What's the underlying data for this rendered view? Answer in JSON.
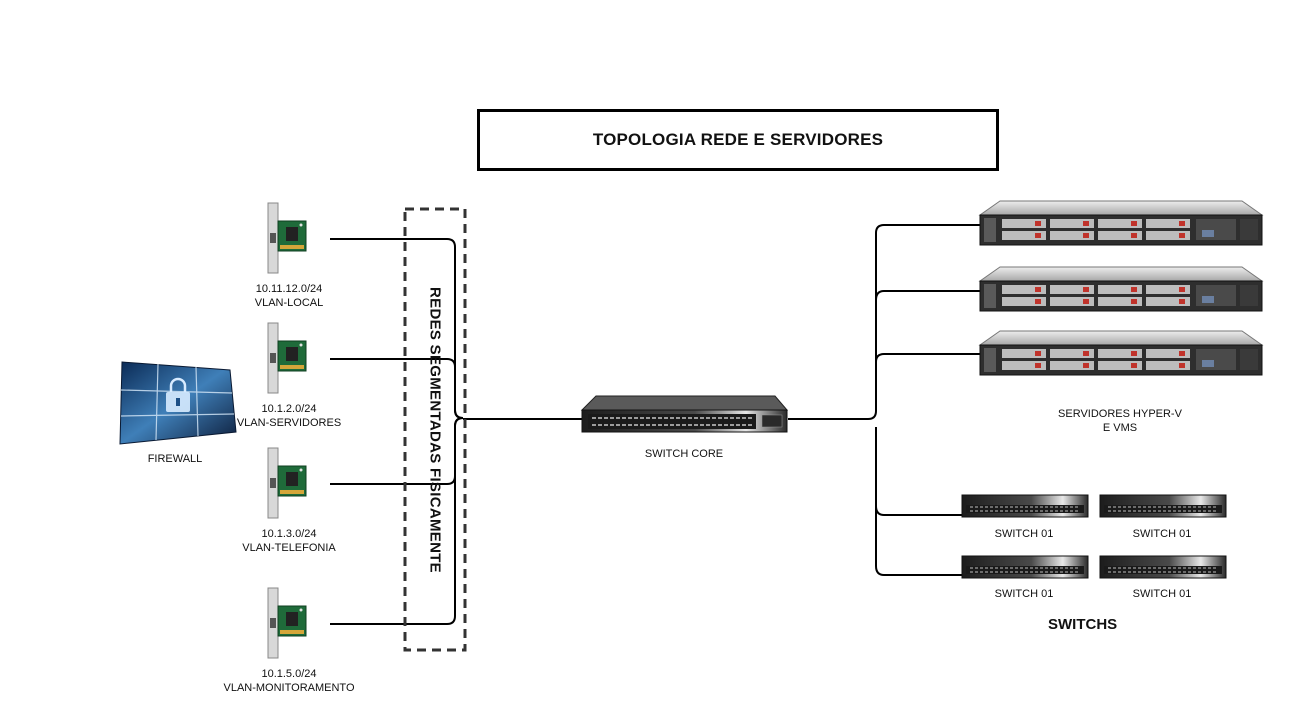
{
  "title": "TOPOLOGIA REDE E SERVIDORES",
  "segment_label": "REDES SEGMENTADAS FISICAMENTE",
  "firewall": {
    "label": "FIREWALL",
    "icon": "firewall-icon"
  },
  "nics": [
    {
      "net": "10.11.12.0/24",
      "vlan": "VLAN-LOCAL"
    },
    {
      "net": "10.1.2.0/24",
      "vlan": "VLAN-SERVIDORES"
    },
    {
      "net": "10.1.3.0/24",
      "vlan": "VLAN-TELEFONIA"
    },
    {
      "net": "10.1.5.0/24",
      "vlan": "VLAN-MONITORAMENTO"
    }
  ],
  "core_switch": {
    "label": "SWITCH CORE",
    "icon": "network-switch-icon"
  },
  "servers": {
    "label_line1": "SERVIDORES HYPER-V",
    "label_line2": "E VMS",
    "count": 3,
    "icon": "rack-server-icon"
  },
  "switches": {
    "group_label": "SWITCHS",
    "items": [
      "SWITCH 01",
      "SWITCH 01",
      "SWITCH 01",
      "SWITCH 01"
    ]
  },
  "colors": {
    "line": "#000000",
    "device_dark": "#2b2b2b",
    "server_silver": "#c9c9c9",
    "nic_green": "#1f6b3a"
  }
}
